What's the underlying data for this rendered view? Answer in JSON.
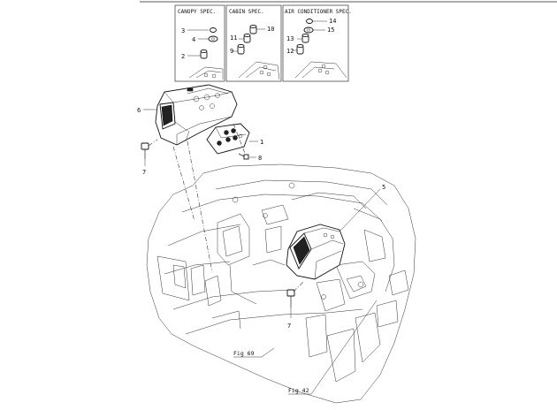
{
  "spec_boxes": {
    "canopy": {
      "title": "CANOPY SPEC."
    },
    "cabin": {
      "title": "CABIN SPEC."
    },
    "aircon": {
      "title": "AIR CONDITIONER SPEC."
    }
  },
  "callouts": {
    "c1": "1",
    "c2": "2",
    "c3": "3",
    "c4": "4",
    "c5": "5",
    "c6": "6",
    "c7a": "7",
    "c7b": "7",
    "c8": "8",
    "c9": "9",
    "c10": "10",
    "c11": "11",
    "c12": "12",
    "c13": "13",
    "c14": "14",
    "c15": "15"
  },
  "figure_refs": {
    "fig69": "Fig 69",
    "fig42": "Fig 42"
  }
}
